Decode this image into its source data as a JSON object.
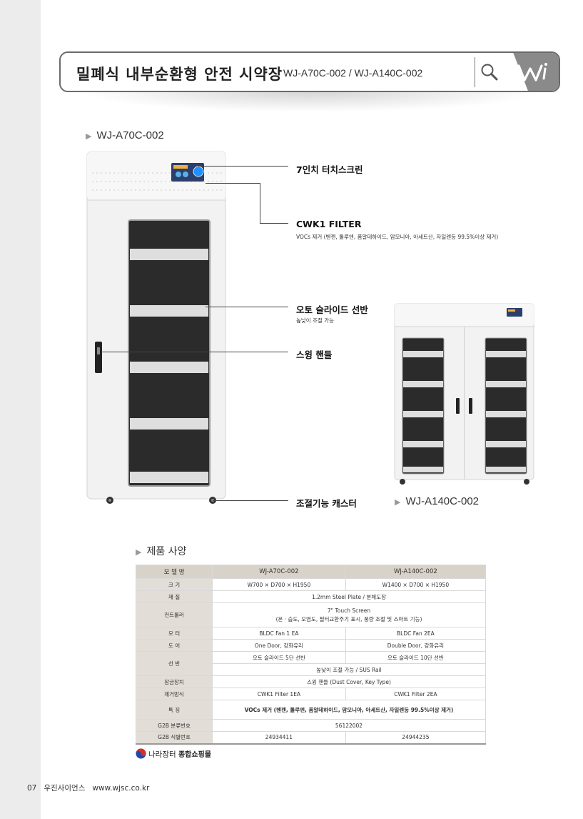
{
  "header": {
    "title": "밀폐식 내부순환형 안전 시약장",
    "models": "WJ-A70C-002 / WJ-A140C-002"
  },
  "section1": {
    "label": "WJ-A70C-002"
  },
  "callouts": [
    {
      "title": "7인치 터치스크린",
      "desc": ""
    },
    {
      "title": "CWK1 FILTER",
      "desc": "VOCs 제거 (벤젠, 톨루엔, 폼알데하이드, 암모니아, 아세트산, 자일렌등 99.5%이상 제거)"
    },
    {
      "title": "오토 슬라이드 선반",
      "desc": "높낮이 조절 가능"
    },
    {
      "title": "스윙 핸들",
      "desc": ""
    },
    {
      "title": "조절기능 캐스터",
      "desc": ""
    }
  ],
  "section2": {
    "label": "WJ-A140C-002"
  },
  "specs": {
    "heading": "제품 사양",
    "header": [
      "모 델 명",
      "WJ-A70C-002",
      "WJ-A140C-002"
    ],
    "rows": {
      "size": [
        "크 기",
        "W700 × D700 × H1950",
        "W1400 × D700 × H1950"
      ],
      "material": [
        "재 질",
        "1.2mm Steel Plate / 분체도장"
      ],
      "controller": [
        "컨트롤러",
        "7\" Touch Screen",
        "(온 · 습도, 오염도, 필터교환주기 표시, 풍량 조절 및 스마트 기능)"
      ],
      "motor": [
        "모 터",
        "BLDC Fan 1 EA",
        "BLDC Fan 2EA"
      ],
      "door": [
        "도 어",
        "One Door, 강화유리",
        "Double Door, 강화유리"
      ],
      "shelf": [
        "선 반",
        "오토 슬라이드 5단 선반",
        "오토 슬라이드 10단 선반",
        "높낮이 조절 가능 / SUS Rail"
      ],
      "lock": [
        "잠금장치",
        "스윙 핸들 (Dust Cover, Key Type)"
      ],
      "removal": [
        "제거방식",
        "CWK1 Filter 1EA",
        "CWK1 Filter 2EA"
      ],
      "feature": [
        "특 징",
        "VOCs 제거 (벤젠, 톨루엔, 폼알데하이드, 암모니아, 아세트산, 자일렌등 99.5%이상 제거)"
      ],
      "g2b_class": [
        "G2B 분류번호",
        "56122002"
      ],
      "g2b_id": [
        "G2B 식별번호",
        "24934411",
        "24944235"
      ]
    }
  },
  "narajang": {
    "name": "나라장터",
    "mall": "종합쇼핑몰"
  },
  "footer": {
    "page": "07",
    "company": "우진사이언스",
    "url": "www.wjsc.co.kr"
  },
  "colors": {
    "accent_gray": "#8a8a8a",
    "table_header": "#d8d2c9",
    "label_cell": "#e2ddd6"
  }
}
